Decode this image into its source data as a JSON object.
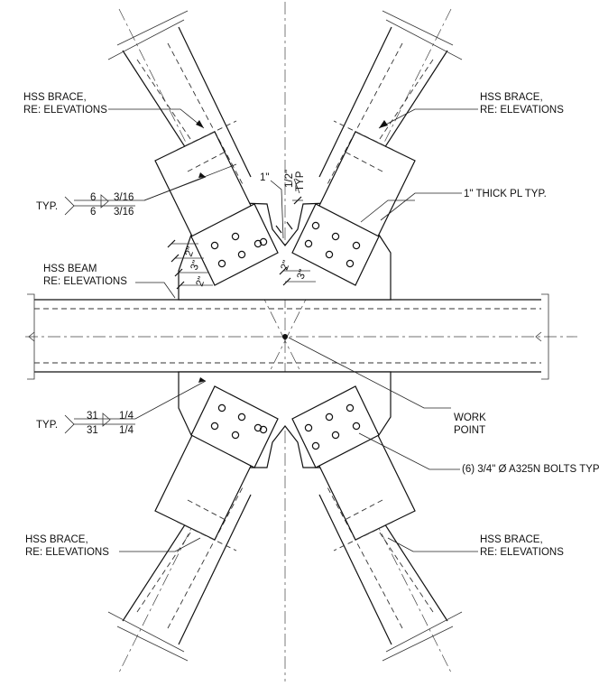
{
  "labels": {
    "brace_ul_1": "HSS BRACE,",
    "brace_ul_2": "RE: ELEVATIONS",
    "brace_ur_1": "HSS BRACE,",
    "brace_ur_2": "RE: ELEVATIONS",
    "brace_ll_1": "HSS BRACE,",
    "brace_ll_2": "RE: ELEVATIONS",
    "brace_lr_1": "HSS BRACE,",
    "brace_lr_2": "RE: ELEVATIONS",
    "beam_1": "HSS BEAM",
    "beam_2": "RE: ELEVATIONS",
    "plate": "1\" THICK PL TYP.",
    "work_point_1": "WORK",
    "work_point_2": "POINT",
    "bolts": "(6) 3/4\" Ø A325N BOLTS TYP"
  },
  "weld_top": {
    "typ": "TYP.",
    "size_a": "6",
    "size_b": "6",
    "leg_a": "3/16",
    "leg_b": "3/16"
  },
  "weld_bottom": {
    "typ": "TYP.",
    "size_a": "31",
    "size_b": "31",
    "leg_a": "1/4",
    "leg_b": "1/4"
  },
  "dims": {
    "gap": "1\"",
    "half": "1/2\"",
    "typ": "TYP",
    "edge_a": "2\"",
    "pitch_a": "3\"",
    "edge_b": "2\"",
    "edge_c": "2\"",
    "pitch_c": "3\""
  }
}
